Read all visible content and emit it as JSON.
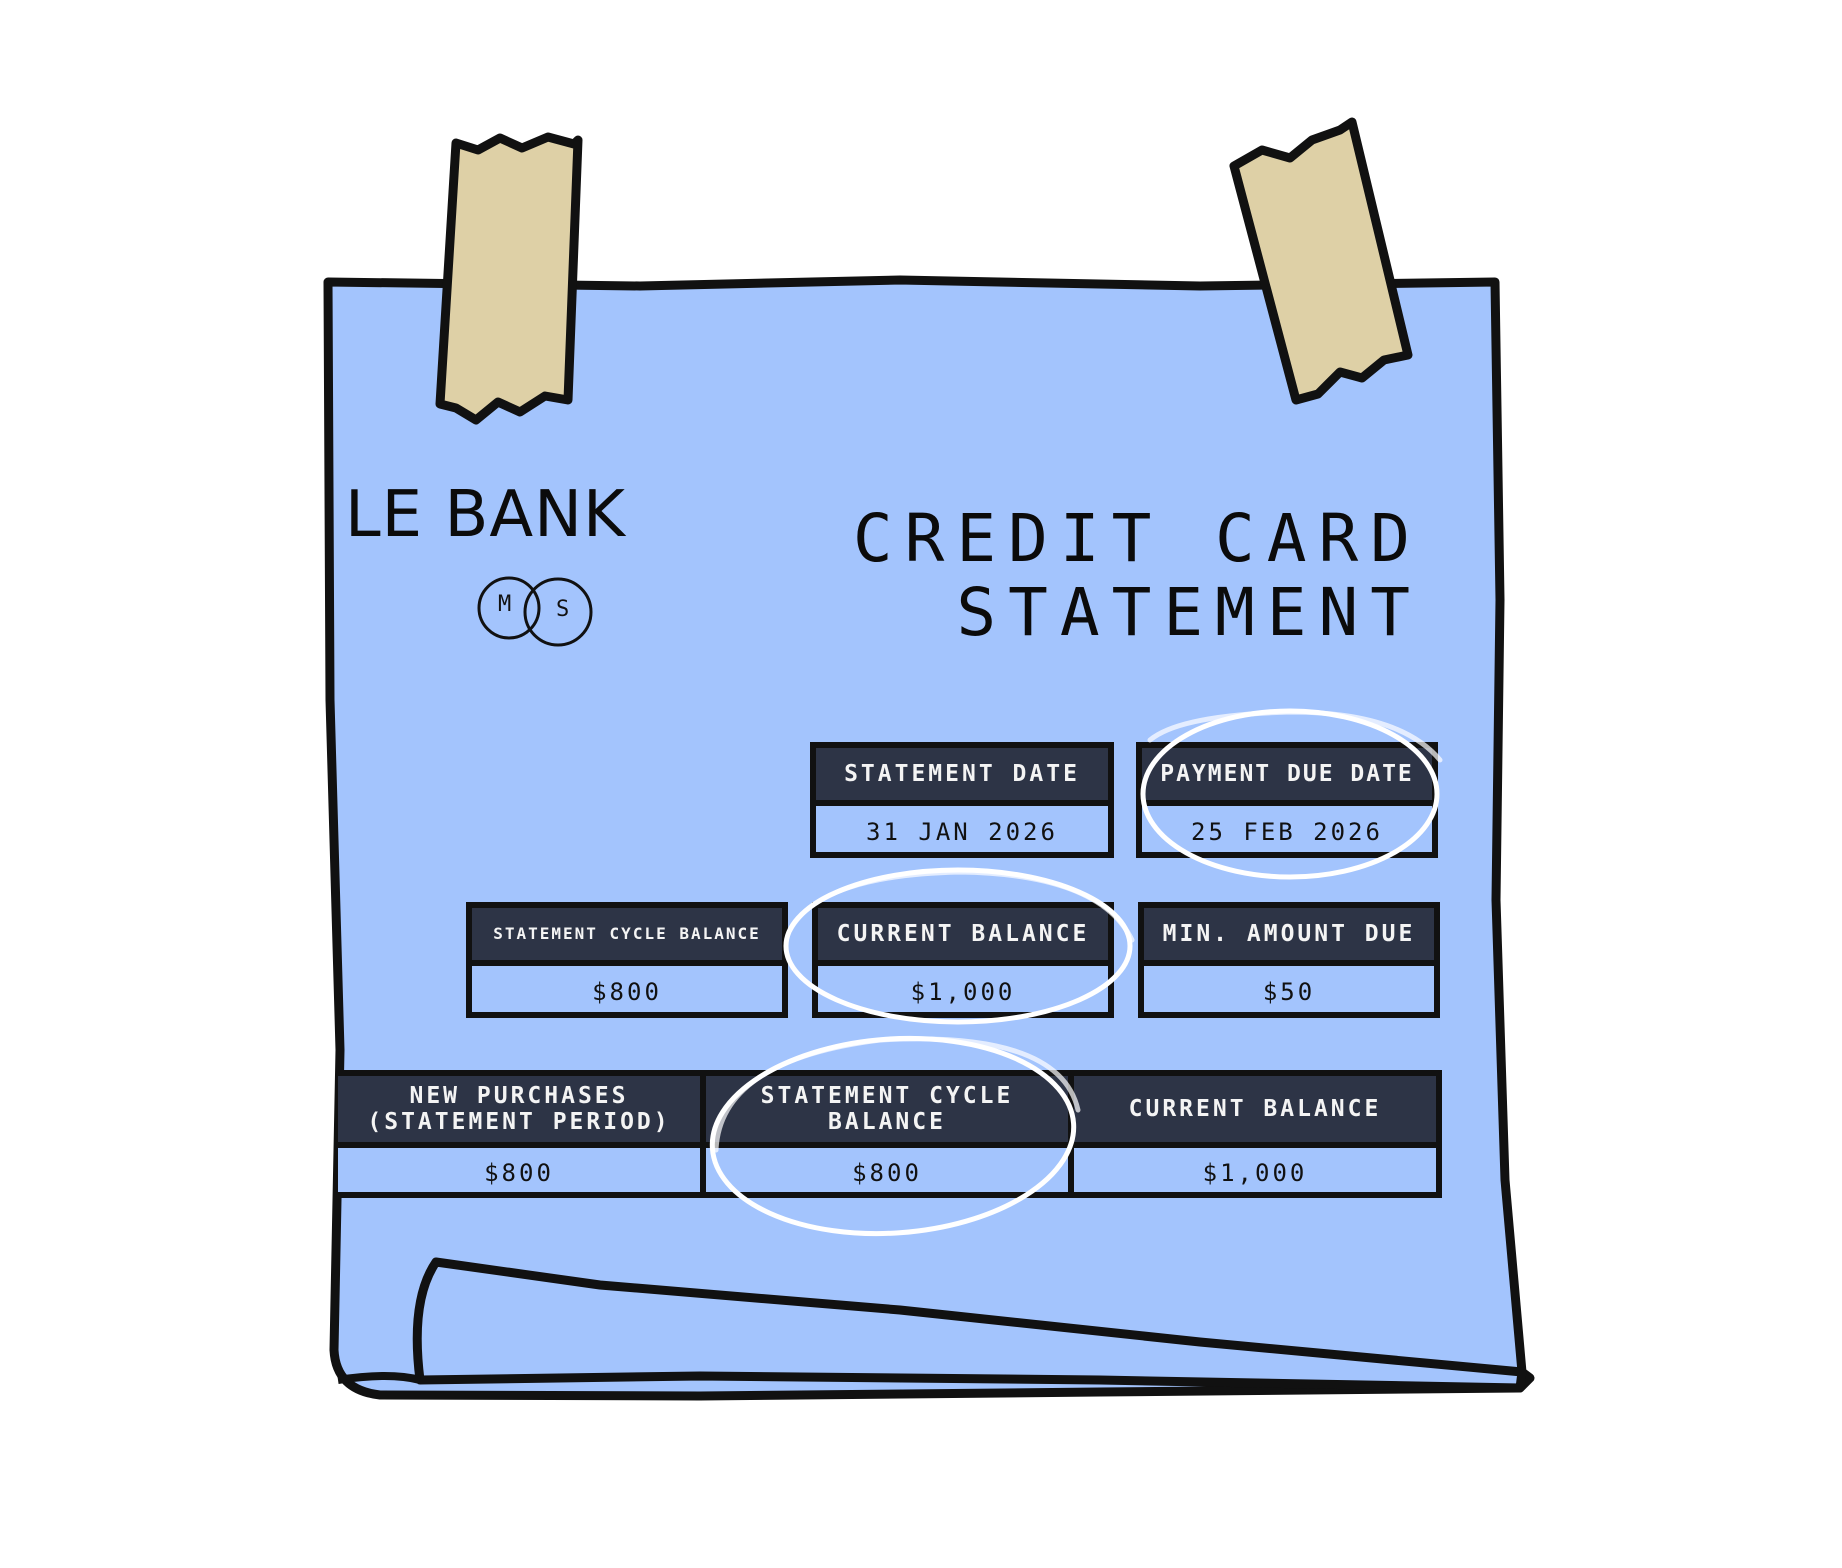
{
  "bank": {
    "name": "LE BANK",
    "logo_letters": [
      "M",
      "S"
    ]
  },
  "statement": {
    "title": "CREDIT CARD\nSTATEMENT"
  },
  "row1": {
    "statement_date": {
      "label": "STATEMENT DATE",
      "value": "31 JAN 2026"
    },
    "payment_due_date": {
      "label": "PAYMENT DUE DATE",
      "value": "25 FEB 2026"
    }
  },
  "row2": {
    "statement_cycle_balance": {
      "label": "STATEMENT CYCLE BALANCE",
      "value": "$800"
    },
    "current_balance": {
      "label": "CURRENT BALANCE",
      "value": "$1,000"
    },
    "min_amount_due": {
      "label": "MIN. AMOUNT DUE",
      "value": "$50"
    }
  },
  "row3": {
    "new_purchases": {
      "label": "NEW PURCHASES\n(STATEMENT PERIOD)",
      "value": "$800"
    },
    "statement_cycle_balance": {
      "label": "STATEMENT CYCLE\nBALANCE",
      "value": "$800"
    },
    "current_balance": {
      "label": "CURRENT BALANCE",
      "value": "$1,000"
    }
  },
  "colors": {
    "paper": "#a3c4fd",
    "outline": "#111111",
    "header_fill": "#2d3446",
    "tape": "#ded0a6",
    "highlight_circle": "#ffffff"
  }
}
